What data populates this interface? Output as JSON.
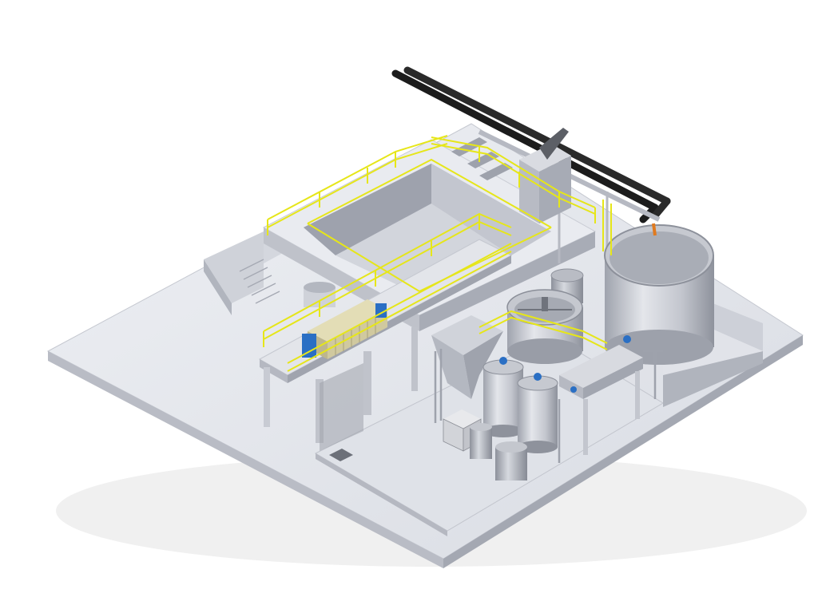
{
  "scene": {
    "subject": "isometric-3d-render-industrial-water-treatment-plant",
    "background_color": "#ffffff",
    "colors": {
      "concrete_light": "#e6e8ee",
      "concrete_mid": "#cfd2da",
      "concrete_dark": "#a9adb8",
      "railing_yellow": "#e6e619",
      "steel_tank": "#c9ccd3",
      "steel_tank_dark": "#9a9ea8",
      "pipe_black": "#1c1c1c",
      "pump_blue": "#2a6fc4",
      "filter_press_tan": "#d8d2a8"
    },
    "components": [
      "concrete-base-slab",
      "open-basin",
      "elevated-walkway",
      "stairs",
      "large-storage-tank",
      "clarifier-tank",
      "reactor-tanks",
      "filter-press",
      "chemical-dosing-units",
      "ibc-container",
      "overhead-pipes",
      "safety-railings"
    ]
  }
}
